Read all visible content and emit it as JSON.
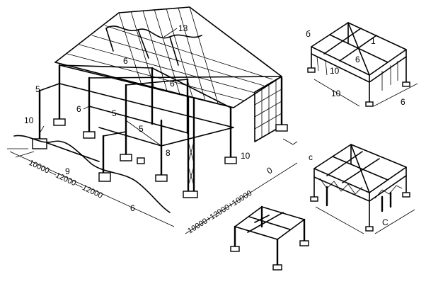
{
  "labels": {
    "n13": "13",
    "n5a": "5",
    "n10a": "10",
    "n6a": "6",
    "n5b": "5",
    "n6b": "6",
    "n6c": "6",
    "n5c": "5",
    "n8": "8",
    "n10b": "10",
    "n9": "9",
    "n6d": "6",
    "n0": "0"
  },
  "dimensions": {
    "left": "10000—12000—12000",
    "front": "10000+12000+10000"
  },
  "frame_b": {
    "letter": "б",
    "n1": "1",
    "n10a": "10",
    "n6": "6",
    "n10b": "10",
    "n6b": "6"
  },
  "frame_c": {
    "letter": "с",
    "dim": "С"
  }
}
